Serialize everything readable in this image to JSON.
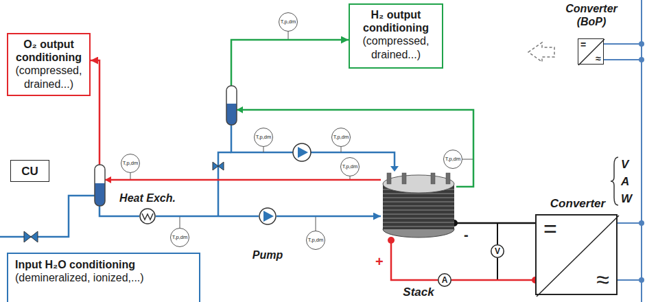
{
  "diagram": {
    "nodes": [
      {
        "text": [
          "H₂ output conditioning",
          "(compressed, drained...)"
        ]
      },
      {
        "text": [
          "Converter (BoP)",
          "=",
          "≈"
        ]
      },
      {
        "text": [
          "O₂ output conditioning",
          "(compressed, drained...)"
        ]
      },
      {
        "text": [
          "T,p,dm"
        ]
      },
      {
        "text": [
          "T,p,dm"
        ]
      },
      {
        "text": [
          "T,p,dm"
        ]
      },
      {
        "text": [
          "CU"
        ]
      },
      {
        "text": [
          "T,p,dm"
        ]
      },
      {
        "text": [
          "T,p,dm"
        ]
      },
      {
        "text": [
          "T,p,dm"
        ]
      },
      {
        "text": [
          "Stack"
        ]
      },
      {
        "text": [
          "Heat Exch."
        ]
      },
      {
        "text": [
          "Pump"
        ]
      },
      {
        "text": [
          "V"
        ]
      },
      {
        "text": [
          "T,p,dm"
        ]
      },
      {
        "text": [
          "T,p,dm"
        ]
      },
      {
        "text": [
          "Converter",
          "=",
          "≈"
        ]
      },
      {
        "text": [
          "A"
        ]
      },
      {
        "text": [
          "Input H₂O conditioning",
          "(demineralized, ionized,...)"
        ]
      }
    ],
    "edges": [
      {
        "from": 11,
        "to": 12,
        "arrow": "none"
      },
      {
        "from": 12,
        "to": 10,
        "arrow": "to"
      },
      {
        "from": 10,
        "to": 2,
        "arrow": "to"
      },
      {
        "from": 10,
        "to": 0,
        "arrow": "to"
      },
      {
        "from": 10,
        "to": 16,
        "arrow": "none"
      },
      {
        "from": 10,
        "to": 17,
        "arrow": "none"
      },
      {
        "from": 17,
        "to": 16,
        "arrow": "none"
      }
    ],
    "labels": [
      "V",
      "A",
      "W",
      "-",
      "+"
    ]
  }
}
